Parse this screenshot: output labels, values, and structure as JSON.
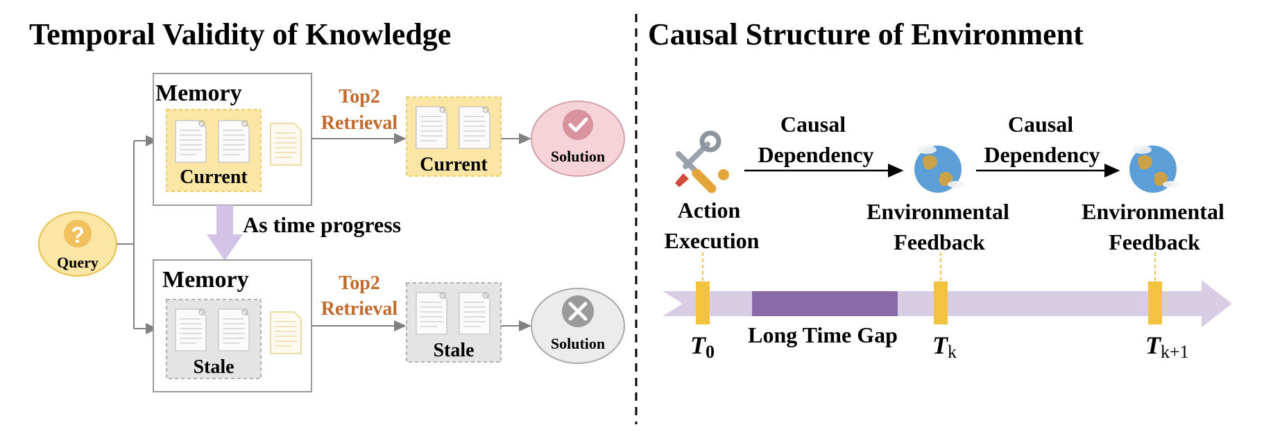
{
  "left_panel": {
    "title": "Temporal Validity of Knowledge",
    "query_label": "Query",
    "time_label": "As time progress",
    "top_branch": {
      "memory_title": "Memory",
      "group_label": "Current",
      "retrieval_line1": "Top2",
      "retrieval_line2": "Retrieval",
      "retrieved_label": "Current",
      "solution_label": "Solution",
      "status": "correct"
    },
    "bottom_branch": {
      "memory_title": "Memory",
      "group_label": "Stale",
      "retrieval_line1": "Top2",
      "retrieval_line2": "Retrieval",
      "retrieved_label": "Stale",
      "solution_label": "Solution",
      "status": "incorrect"
    }
  },
  "right_panel": {
    "title": "Causal Structure of Environment",
    "nodes": [
      {
        "line1": "Action",
        "line2": "Execution",
        "icon": "tools-icon"
      },
      {
        "line1": "Environmental",
        "line2": "Feedback",
        "icon": "globe-icon"
      },
      {
        "line1": "Environmental",
        "line2": "Feedback",
        "icon": "globe-icon"
      }
    ],
    "edges": [
      {
        "line1": "Causal",
        "line2": "Dependency"
      },
      {
        "line1": "Causal",
        "line2": "Dependency"
      }
    ],
    "timeline": {
      "gap_label": "Long Time Gap",
      "markers": [
        {
          "symbol": "T",
          "sub": "0"
        },
        {
          "symbol": "T",
          "sub": "k"
        },
        {
          "symbol": "T",
          "sub": "k+1"
        }
      ]
    }
  },
  "colors": {
    "current_fill": "#fbe6a6",
    "current_border": "#e8c14a",
    "stale_fill": "#e4e4e4",
    "solution_ok_fill": "#f6d3d8",
    "solution_bad_fill": "#ececec",
    "timeline": "#d9cde6",
    "gap": "#8a6aa8",
    "marker": "#f3c23f",
    "retrieval_text": "#c26a2e",
    "time_arrow": "#d3c3e6"
  }
}
